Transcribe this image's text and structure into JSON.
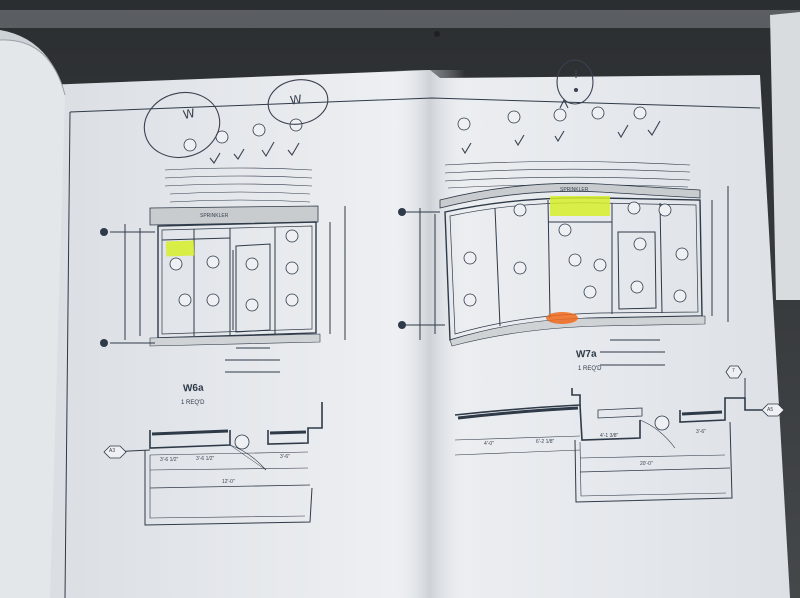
{
  "drawing": {
    "left_elevation_title": "W6a",
    "left_elevation_sub": "1 REQ'D",
    "right_elevation_title": "W7a",
    "right_elevation_sub": "1 REQ'D",
    "left_band_text": "SPRINKLER",
    "right_band_text": "SPRINKLER",
    "left_grid_tag": "A3",
    "right_grid_tag": "A5",
    "right_column_tag": "7",
    "dim_left_plan": "12'-0\"",
    "dim_right_plan": "20'-0\"",
    "dim_right_plan_a": "4'-0\"",
    "dim_right_plan_b": "6'-2 1/8\"",
    "dim_right_plan_c": "4'-1 3/8\"",
    "dim_right_plan_d": "3'-6\"",
    "dim_left_plan_a": "3'-6 1/2\"",
    "dim_left_plan_b": "3'-6 1/2\"",
    "dim_left_plan_c": "3'-6\""
  },
  "handwriting": {
    "left_mark_1": "W",
    "left_mark_2": "W"
  },
  "colors": {
    "paper": "#e9ecef",
    "paper_shadow": "#cfd4d9",
    "ink": "#2f3a48",
    "highlight_yellow": "#d7ef2a",
    "highlight_orange": "#f06a1c",
    "background": "#3a3d40"
  }
}
